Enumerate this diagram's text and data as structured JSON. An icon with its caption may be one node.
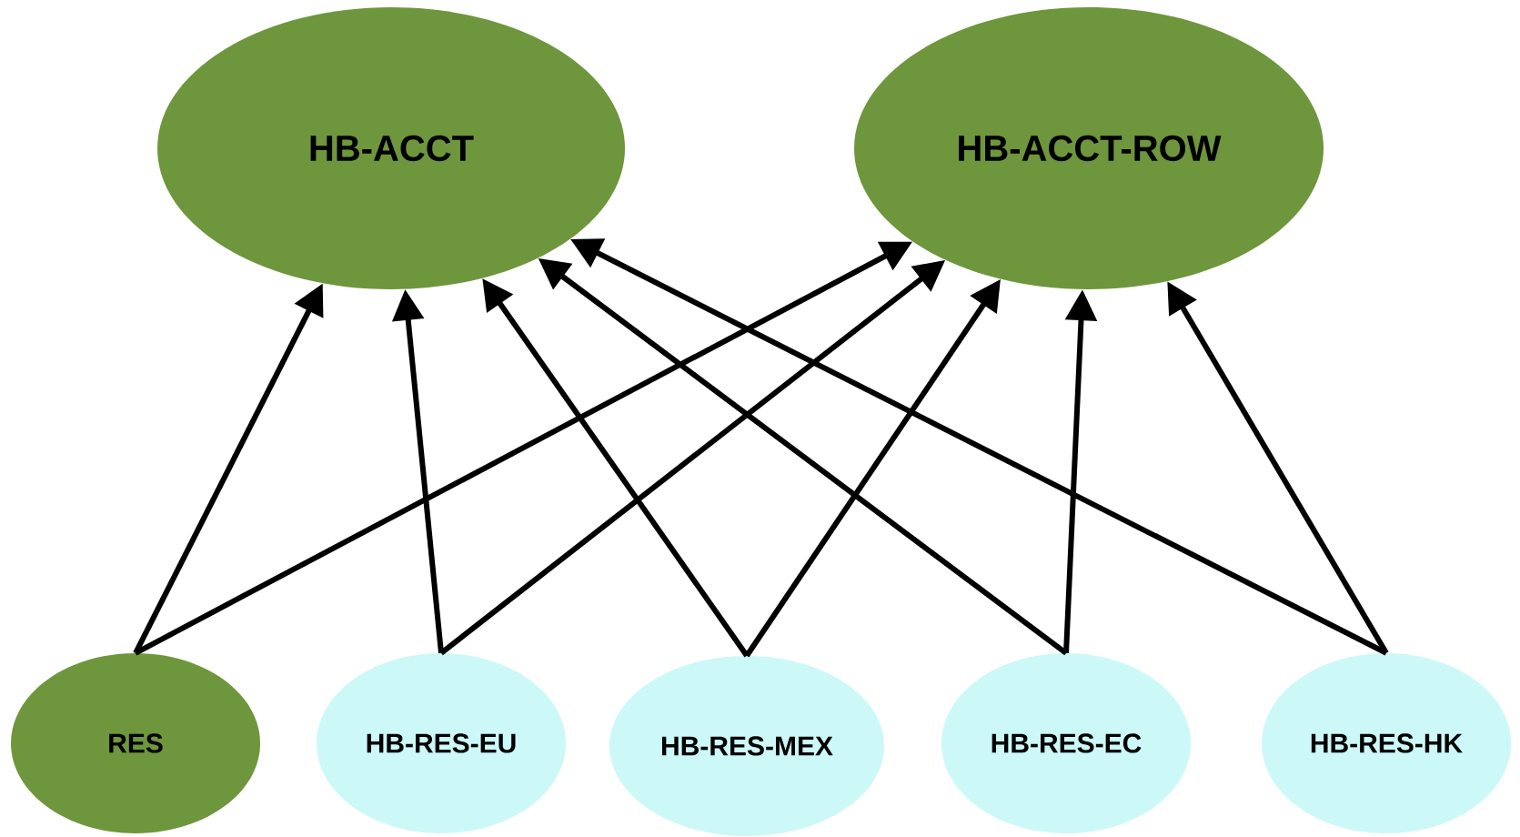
{
  "diagram": {
    "nodes": [
      {
        "text": [
          "HB-ACCT"
        ]
      },
      {
        "text": [
          "HB-ACCT-ROW"
        ]
      },
      {
        "text": [
          "RES"
        ]
      },
      {
        "text": [
          "HB-RES-EU"
        ]
      },
      {
        "text": [
          "HB-RES-MEX"
        ]
      },
      {
        "text": [
          "HB-RES-EC"
        ]
      },
      {
        "text": [
          "HB-RES-HK"
        ]
      }
    ],
    "edges": [
      {
        "from": 2,
        "to": 0,
        "arrow": "to"
      },
      {
        "from": 2,
        "to": 1,
        "arrow": "to"
      },
      {
        "from": 3,
        "to": 0,
        "arrow": "to"
      },
      {
        "from": 3,
        "to": 1,
        "arrow": "to"
      },
      {
        "from": 4,
        "to": 0,
        "arrow": "to"
      },
      {
        "from": 4,
        "to": 1,
        "arrow": "to"
      },
      {
        "from": 5,
        "to": 0,
        "arrow": "to"
      },
      {
        "from": 5,
        "to": 1,
        "arrow": "to"
      },
      {
        "from": 6,
        "to": 0,
        "arrow": "to"
      },
      {
        "from": 6,
        "to": 1,
        "arrow": "to"
      }
    ]
  }
}
